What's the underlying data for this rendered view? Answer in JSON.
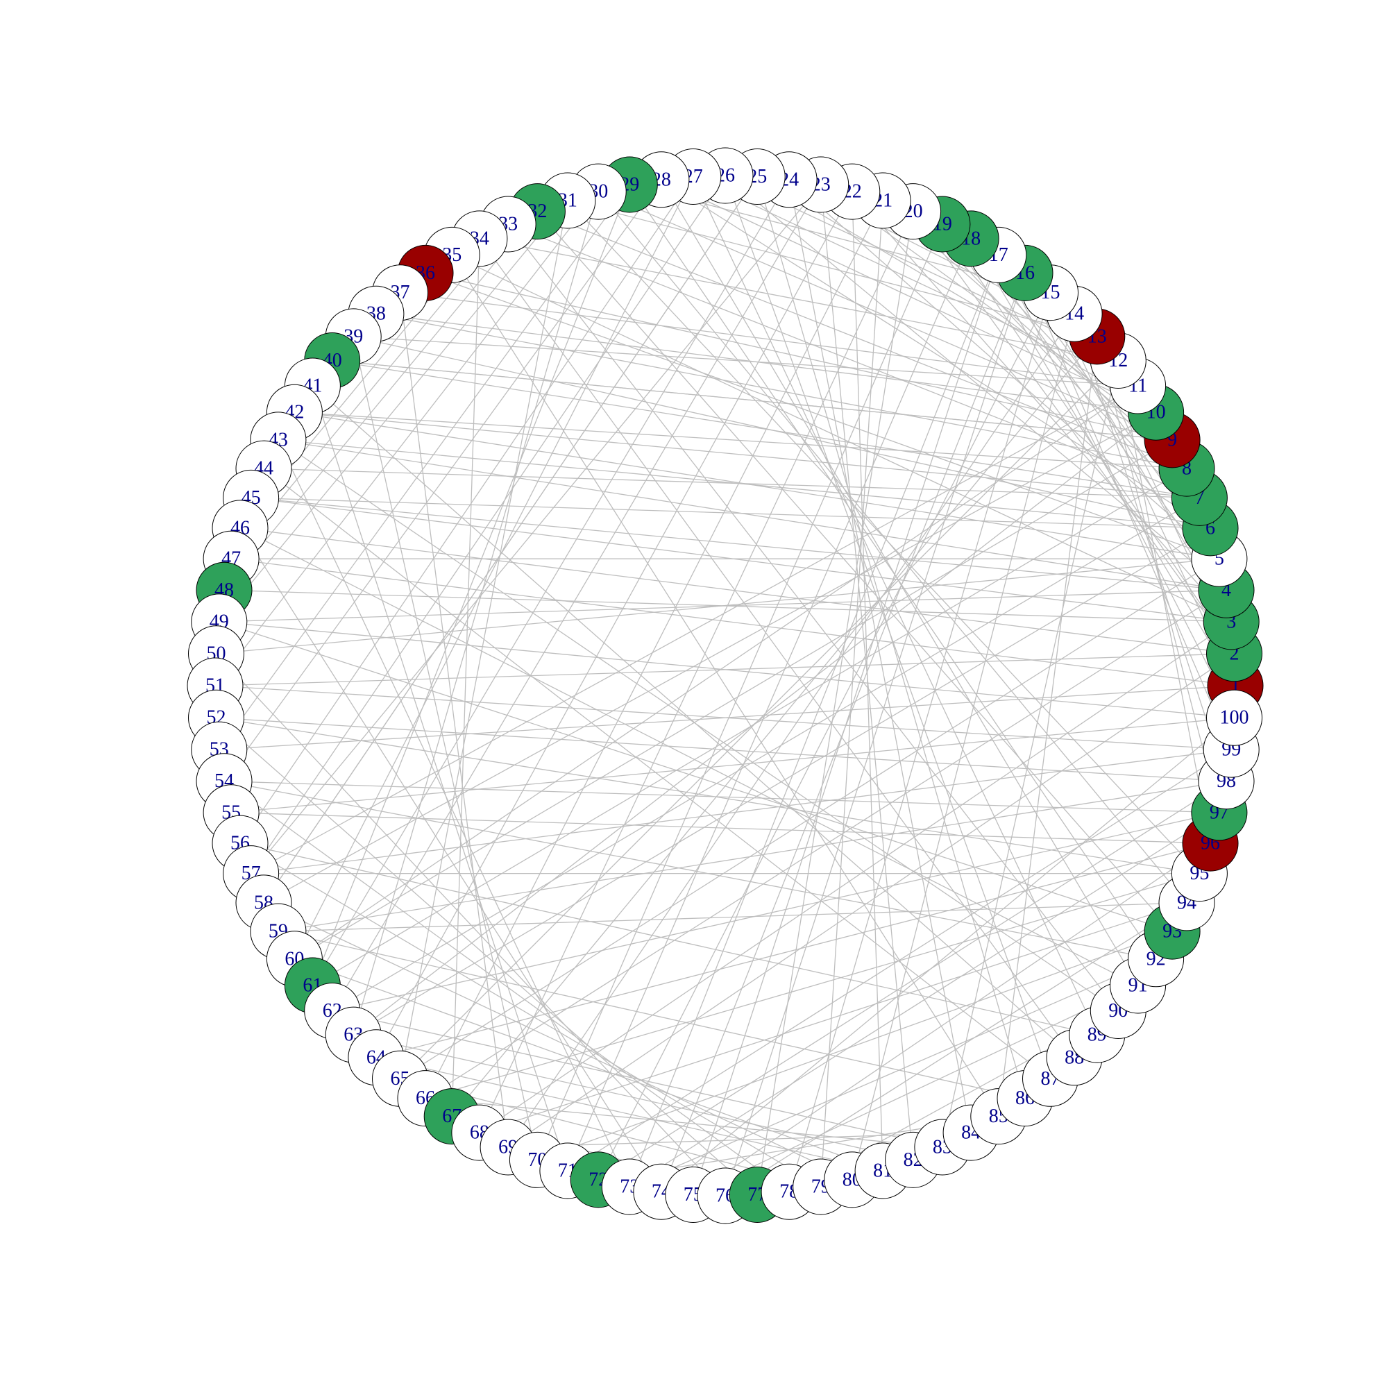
{
  "graph": {
    "colors": {
      "edge": "#bebebe",
      "node_stroke": "#000000",
      "label": "#00008b",
      "white": "#ffffff",
      "green": "#2ea15a",
      "red": "#990000"
    },
    "nodes": [
      {
        "id": 1,
        "label": "1",
        "fill": "red"
      },
      {
        "id": 2,
        "label": "2",
        "fill": "green"
      },
      {
        "id": 3,
        "label": "3",
        "fill": "green"
      },
      {
        "id": 4,
        "label": "4",
        "fill": "green"
      },
      {
        "id": 5,
        "label": "5",
        "fill": "white"
      },
      {
        "id": 6,
        "label": "6",
        "fill": "green"
      },
      {
        "id": 7,
        "label": "7",
        "fill": "green"
      },
      {
        "id": 8,
        "label": "8",
        "fill": "green"
      },
      {
        "id": 9,
        "label": "9",
        "fill": "red"
      },
      {
        "id": 10,
        "label": "10",
        "fill": "green"
      },
      {
        "id": 11,
        "label": "11",
        "fill": "white"
      },
      {
        "id": 12,
        "label": "12",
        "fill": "white"
      },
      {
        "id": 13,
        "label": "13",
        "fill": "red"
      },
      {
        "id": 14,
        "label": "14",
        "fill": "white"
      },
      {
        "id": 15,
        "label": "15",
        "fill": "white"
      },
      {
        "id": 16,
        "label": "16",
        "fill": "green"
      },
      {
        "id": 17,
        "label": "17",
        "fill": "white"
      },
      {
        "id": 18,
        "label": "18",
        "fill": "green"
      },
      {
        "id": 19,
        "label": "19",
        "fill": "green"
      },
      {
        "id": 20,
        "label": "20",
        "fill": "white"
      },
      {
        "id": 21,
        "label": "21",
        "fill": "white"
      },
      {
        "id": 22,
        "label": "22",
        "fill": "white"
      },
      {
        "id": 23,
        "label": "23",
        "fill": "white"
      },
      {
        "id": 24,
        "label": "24",
        "fill": "white"
      },
      {
        "id": 25,
        "label": "25",
        "fill": "white"
      },
      {
        "id": 26,
        "label": "26",
        "fill": "white"
      },
      {
        "id": 27,
        "label": "27",
        "fill": "white"
      },
      {
        "id": 28,
        "label": "28",
        "fill": "white"
      },
      {
        "id": 29,
        "label": "29",
        "fill": "green"
      },
      {
        "id": 30,
        "label": "30",
        "fill": "white"
      },
      {
        "id": 31,
        "label": "31",
        "fill": "white"
      },
      {
        "id": 32,
        "label": "32",
        "fill": "green"
      },
      {
        "id": 33,
        "label": "33",
        "fill": "white"
      },
      {
        "id": 34,
        "label": "34",
        "fill": "white"
      },
      {
        "id": 35,
        "label": "35",
        "fill": "white"
      },
      {
        "id": 36,
        "label": "36",
        "fill": "red"
      },
      {
        "id": 37,
        "label": "37",
        "fill": "white"
      },
      {
        "id": 38,
        "label": "38",
        "fill": "white"
      },
      {
        "id": 39,
        "label": "39",
        "fill": "white"
      },
      {
        "id": 40,
        "label": "40",
        "fill": "green"
      },
      {
        "id": 41,
        "label": "41",
        "fill": "white"
      },
      {
        "id": 42,
        "label": "42",
        "fill": "white"
      },
      {
        "id": 43,
        "label": "43",
        "fill": "white"
      },
      {
        "id": 44,
        "label": "44",
        "fill": "white"
      },
      {
        "id": 45,
        "label": "45",
        "fill": "white"
      },
      {
        "id": 46,
        "label": "46",
        "fill": "white"
      },
      {
        "id": 47,
        "label": "47",
        "fill": "white"
      },
      {
        "id": 48,
        "label": "48",
        "fill": "green"
      },
      {
        "id": 49,
        "label": "49",
        "fill": "white"
      },
      {
        "id": 50,
        "label": "50",
        "fill": "white"
      },
      {
        "id": 51,
        "label": "51",
        "fill": "white"
      },
      {
        "id": 52,
        "label": "52",
        "fill": "white"
      },
      {
        "id": 53,
        "label": "53",
        "fill": "white"
      },
      {
        "id": 54,
        "label": "54",
        "fill": "white"
      },
      {
        "id": 55,
        "label": "55",
        "fill": "white"
      },
      {
        "id": 56,
        "label": "56",
        "fill": "white"
      },
      {
        "id": 57,
        "label": "57",
        "fill": "white"
      },
      {
        "id": 58,
        "label": "58",
        "fill": "white"
      },
      {
        "id": 59,
        "label": "59",
        "fill": "white"
      },
      {
        "id": 60,
        "label": "60",
        "fill": "white"
      },
      {
        "id": 61,
        "label": "61",
        "fill": "green"
      },
      {
        "id": 62,
        "label": "62",
        "fill": "white"
      },
      {
        "id": 63,
        "label": "63",
        "fill": "white"
      },
      {
        "id": 64,
        "label": "64",
        "fill": "white"
      },
      {
        "id": 65,
        "label": "65",
        "fill": "white"
      },
      {
        "id": 66,
        "label": "66",
        "fill": "white"
      },
      {
        "id": 67,
        "label": "67",
        "fill": "green"
      },
      {
        "id": 68,
        "label": "68",
        "fill": "white"
      },
      {
        "id": 69,
        "label": "69",
        "fill": "white"
      },
      {
        "id": 70,
        "label": "70",
        "fill": "white"
      },
      {
        "id": 71,
        "label": "71",
        "fill": "white"
      },
      {
        "id": 72,
        "label": "72",
        "fill": "green"
      },
      {
        "id": 73,
        "label": "73",
        "fill": "white"
      },
      {
        "id": 74,
        "label": "74",
        "fill": "white"
      },
      {
        "id": 75,
        "label": "75",
        "fill": "white"
      },
      {
        "id": 76,
        "label": "76",
        "fill": "white"
      },
      {
        "id": 77,
        "label": "77",
        "fill": "green"
      },
      {
        "id": 78,
        "label": "78",
        "fill": "white"
      },
      {
        "id": 79,
        "label": "79",
        "fill": "white"
      },
      {
        "id": 80,
        "label": "80",
        "fill": "white"
      },
      {
        "id": 81,
        "label": "81",
        "fill": "white"
      },
      {
        "id": 82,
        "label": "82",
        "fill": "white"
      },
      {
        "id": 83,
        "label": "83",
        "fill": "white"
      },
      {
        "id": 84,
        "label": "84",
        "fill": "white"
      },
      {
        "id": 85,
        "label": "85",
        "fill": "white"
      },
      {
        "id": 86,
        "label": "86",
        "fill": "white"
      },
      {
        "id": 87,
        "label": "87",
        "fill": "white"
      },
      {
        "id": 88,
        "label": "88",
        "fill": "white"
      },
      {
        "id": 89,
        "label": "89",
        "fill": "white"
      },
      {
        "id": 90,
        "label": "90",
        "fill": "white"
      },
      {
        "id": 91,
        "label": "91",
        "fill": "white"
      },
      {
        "id": 92,
        "label": "92",
        "fill": "white"
      },
      {
        "id": 93,
        "label": "93",
        "fill": "green"
      },
      {
        "id": 94,
        "label": "94",
        "fill": "white"
      },
      {
        "id": 95,
        "label": "95",
        "fill": "white"
      },
      {
        "id": 96,
        "label": "96",
        "fill": "red"
      },
      {
        "id": 97,
        "label": "97",
        "fill": "green"
      },
      {
        "id": 98,
        "label": "98",
        "fill": "white"
      },
      {
        "id": 99,
        "label": "99",
        "fill": "white"
      },
      {
        "id": 100,
        "label": "100",
        "fill": "white"
      }
    ],
    "edges": [
      [
        5,
        47
      ],
      [
        5,
        36
      ],
      [
        5,
        50
      ],
      [
        4,
        49
      ],
      [
        3,
        48
      ],
      [
        3,
        35
      ],
      [
        2,
        51
      ],
      [
        6,
        45
      ],
      [
        7,
        44
      ],
      [
        7,
        33
      ],
      [
        8,
        42
      ],
      [
        8,
        32
      ],
      [
        9,
        30
      ],
      [
        9,
        40
      ],
      [
        10,
        28
      ],
      [
        10,
        38
      ],
      [
        11,
        27
      ],
      [
        11,
        37
      ],
      [
        12,
        26
      ],
      [
        12,
        34
      ],
      [
        13,
        24
      ],
      [
        13,
        31
      ],
      [
        14,
        22
      ],
      [
        15,
        29
      ],
      [
        6,
        20
      ],
      [
        7,
        19
      ],
      [
        8,
        21
      ],
      [
        9,
        23
      ],
      [
        10,
        25
      ],
      [
        4,
        18
      ],
      [
        3,
        16
      ],
      [
        5,
        17
      ],
      [
        2,
        14
      ],
      [
        1,
        15
      ],
      [
        2,
        20
      ],
      [
        4,
        26
      ],
      [
        6,
        28
      ],
      [
        5,
        24
      ],
      [
        3,
        22
      ],
      [
        1,
        53
      ],
      [
        100,
        55
      ],
      [
        99,
        57
      ],
      [
        98,
        59
      ],
      [
        97,
        62
      ],
      [
        96,
        64
      ],
      [
        95,
        66
      ],
      [
        94,
        68
      ],
      [
        93,
        70
      ],
      [
        92,
        73
      ],
      [
        91,
        75
      ],
      [
        90,
        78
      ],
      [
        89,
        80
      ],
      [
        88,
        82
      ],
      [
        87,
        84
      ],
      [
        86,
        85
      ],
      [
        85,
        72
      ],
      [
        84,
        69
      ],
      [
        83,
        66
      ],
      [
        82,
        63
      ],
      [
        81,
        60
      ],
      [
        80,
        58
      ],
      [
        79,
        56
      ],
      [
        78,
        54
      ],
      [
        77,
        52
      ],
      [
        76,
        50
      ],
      [
        74,
        46
      ],
      [
        73,
        43
      ],
      [
        71,
        41
      ],
      [
        70,
        39
      ],
      [
        69,
        37
      ],
      [
        67,
        34
      ],
      [
        65,
        31
      ],
      [
        63,
        30
      ],
      [
        61,
        29
      ],
      [
        60,
        27
      ],
      [
        58,
        25
      ],
      [
        57,
        23
      ],
      [
        41,
        88
      ],
      [
        43,
        90
      ],
      [
        44,
        87
      ],
      [
        46,
        91
      ],
      [
        49,
        93
      ],
      [
        52,
        95
      ],
      [
        54,
        92
      ],
      [
        56,
        89
      ],
      [
        59,
        86
      ],
      [
        62,
        83
      ],
      [
        64,
        81
      ],
      [
        65,
        79
      ],
      [
        67,
        77
      ],
      [
        68,
        76
      ],
      [
        70,
        74
      ],
      [
        71,
        99
      ],
      [
        72,
        98
      ],
      [
        73,
        97
      ],
      [
        75,
        96
      ],
      [
        76,
        94
      ],
      [
        74,
        100
      ],
      [
        69,
        2
      ],
      [
        68,
        3
      ],
      [
        66,
        4
      ],
      [
        65,
        5
      ],
      [
        63,
        6
      ],
      [
        62,
        7
      ],
      [
        61,
        8
      ],
      [
        60,
        9
      ],
      [
        58,
        10
      ],
      [
        57,
        11
      ],
      [
        12,
        83
      ],
      [
        13,
        85
      ],
      [
        14,
        80
      ],
      [
        15,
        78
      ],
      [
        16,
        76
      ],
      [
        17,
        73
      ],
      [
        18,
        71
      ],
      [
        19,
        70
      ],
      [
        20,
        68
      ],
      [
        21,
        66
      ],
      [
        22,
        64
      ],
      [
        23,
        62
      ],
      [
        24,
        61
      ],
      [
        25,
        58
      ],
      [
        26,
        57
      ],
      [
        27,
        56
      ],
      [
        28,
        54
      ],
      [
        29,
        53
      ],
      [
        30,
        51
      ],
      [
        31,
        49
      ],
      [
        32,
        48
      ],
      [
        33,
        47
      ],
      [
        34,
        46
      ],
      [
        35,
        44
      ],
      [
        36,
        42
      ],
      [
        37,
        41
      ],
      [
        38,
        40
      ],
      [
        39,
        11
      ],
      [
        40,
        9
      ],
      [
        42,
        7
      ],
      [
        43,
        6
      ],
      [
        45,
        4
      ],
      [
        12,
        96
      ],
      [
        13,
        97
      ],
      [
        14,
        98
      ],
      [
        16,
        99
      ],
      [
        17,
        100
      ],
      [
        18,
        1
      ],
      [
        19,
        2
      ],
      [
        9,
        36
      ],
      [
        8,
        38
      ],
      [
        7,
        40
      ],
      [
        6,
        39
      ],
      [
        5,
        42
      ],
      [
        4,
        43
      ],
      [
        3,
        45
      ],
      [
        2,
        46
      ],
      [
        1,
        47
      ],
      [
        100,
        49
      ],
      [
        99,
        51
      ],
      [
        98,
        52
      ],
      [
        97,
        54
      ],
      [
        96,
        55
      ],
      [
        95,
        57
      ],
      [
        94,
        59
      ],
      [
        11,
        60
      ],
      [
        10,
        63
      ],
      [
        12,
        65
      ],
      [
        13,
        67
      ],
      [
        14,
        69
      ],
      [
        15,
        72
      ],
      [
        16,
        74
      ],
      [
        17,
        75
      ],
      [
        20,
        77
      ],
      [
        21,
        79
      ],
      [
        22,
        81
      ],
      [
        23,
        82
      ],
      [
        24,
        84
      ],
      [
        25,
        86
      ],
      [
        26,
        87
      ],
      [
        27,
        89
      ],
      [
        28,
        91
      ],
      [
        29,
        92
      ],
      [
        30,
        94
      ],
      [
        31,
        95
      ],
      [
        32,
        93
      ],
      [
        33,
        90
      ],
      [
        34,
        88
      ],
      [
        35,
        85
      ]
    ]
  }
}
